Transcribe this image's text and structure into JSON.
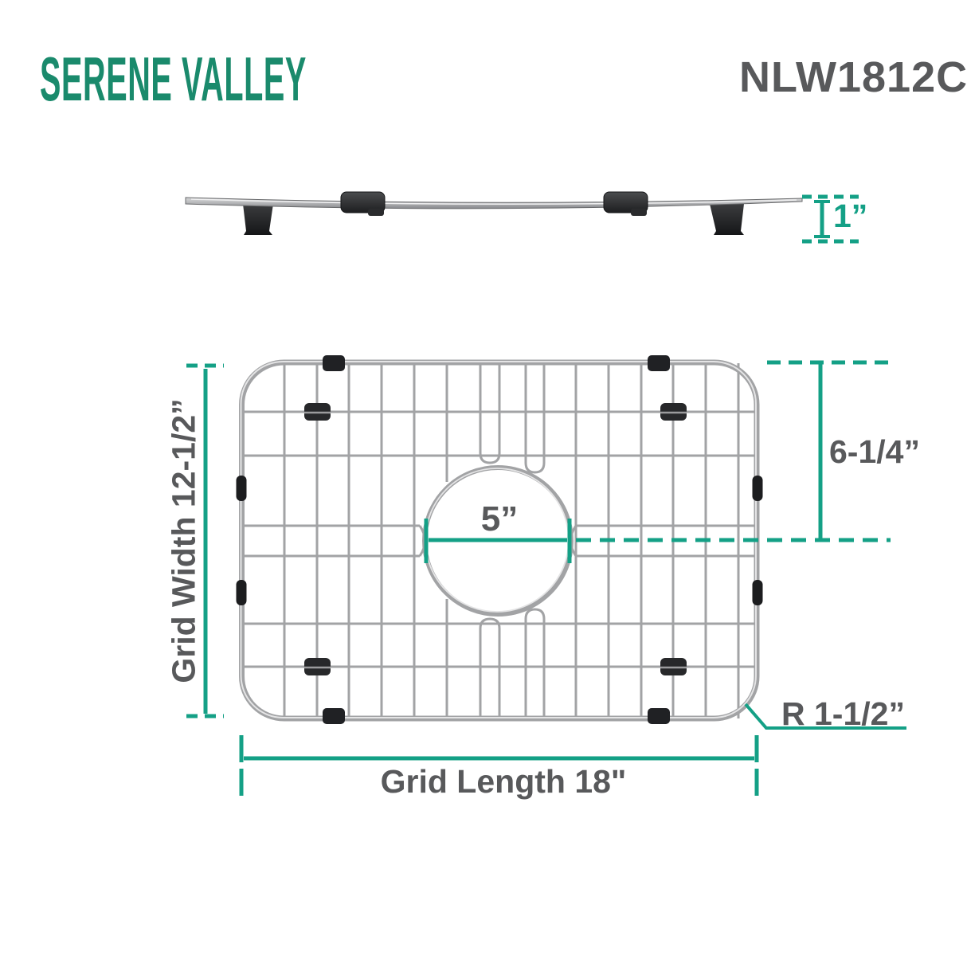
{
  "brand": {
    "name": "SERENE VALLEY"
  },
  "product": {
    "model": "NLW1812C"
  },
  "dimensions": {
    "profile_height": "1”",
    "grid_width_label": "Grid Width 12-1/2”",
    "right_offset": "6-1/4”",
    "drain_opening": "5”",
    "corner_radius": "R 1-1/2”",
    "grid_length_label": "Grid Length 18\""
  },
  "colors": {
    "brand_green": "#1a8a6c",
    "dimension_teal": "#14a086",
    "label_gray": "#58595b",
    "wire_gray": "#a2a3a5",
    "rubber_black": "#202124"
  }
}
